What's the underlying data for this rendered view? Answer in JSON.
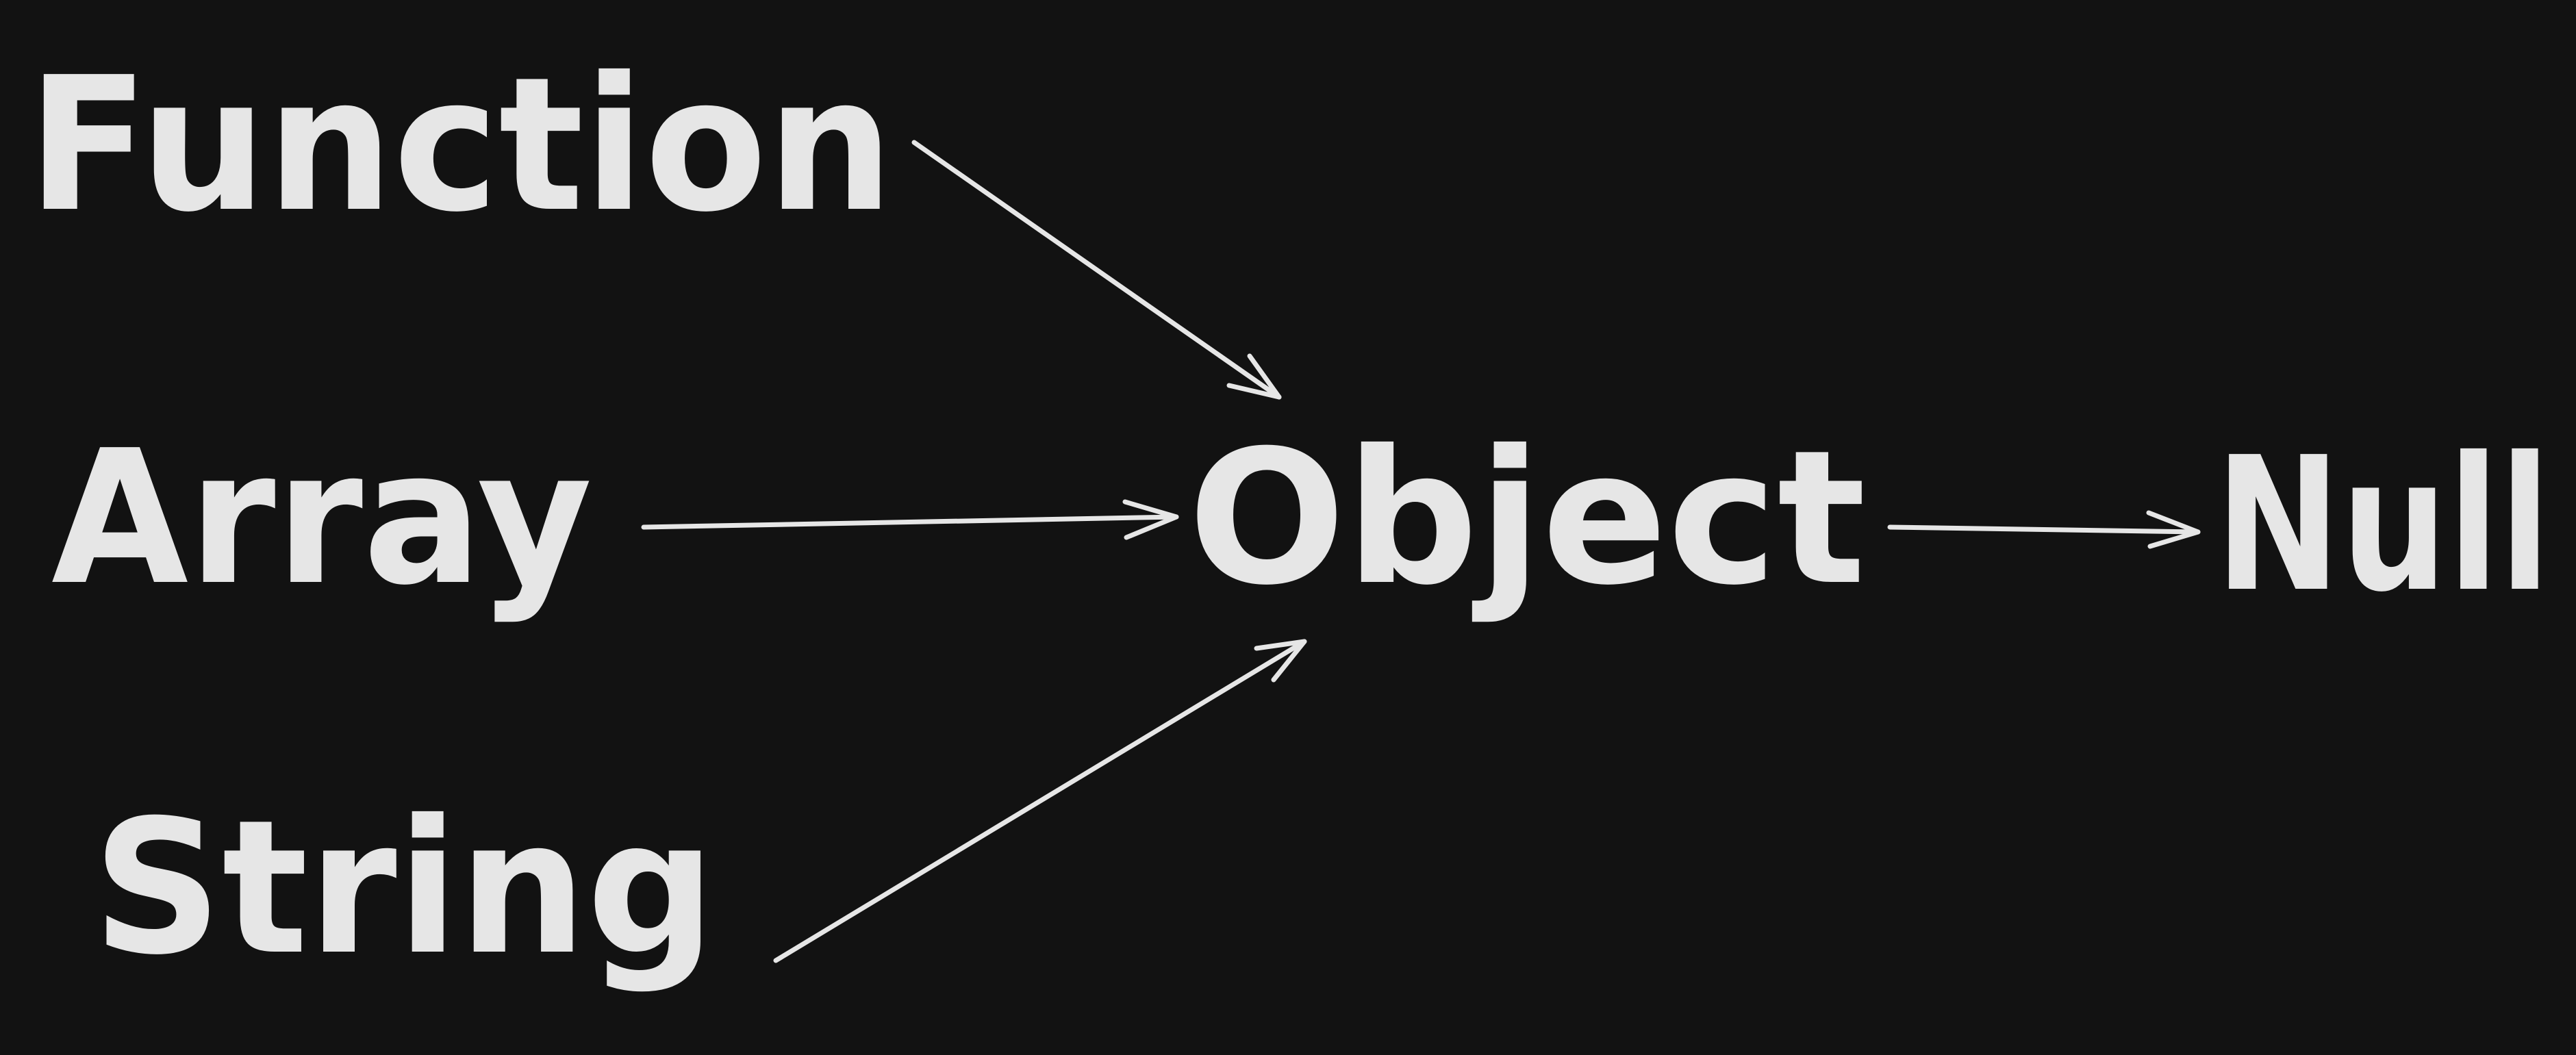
{
  "diagram": {
    "background_color": "#121212",
    "foreground_color": "#e6e6e6",
    "nodes": {
      "function": "Function",
      "array": "Array",
      "string": "String",
      "object": "Object",
      "null": "Null"
    },
    "edges": [
      {
        "from": "Function",
        "to": "Object"
      },
      {
        "from": "Array",
        "to": "Object"
      },
      {
        "from": "String",
        "to": "Object"
      },
      {
        "from": "Object",
        "to": "Null"
      }
    ]
  }
}
